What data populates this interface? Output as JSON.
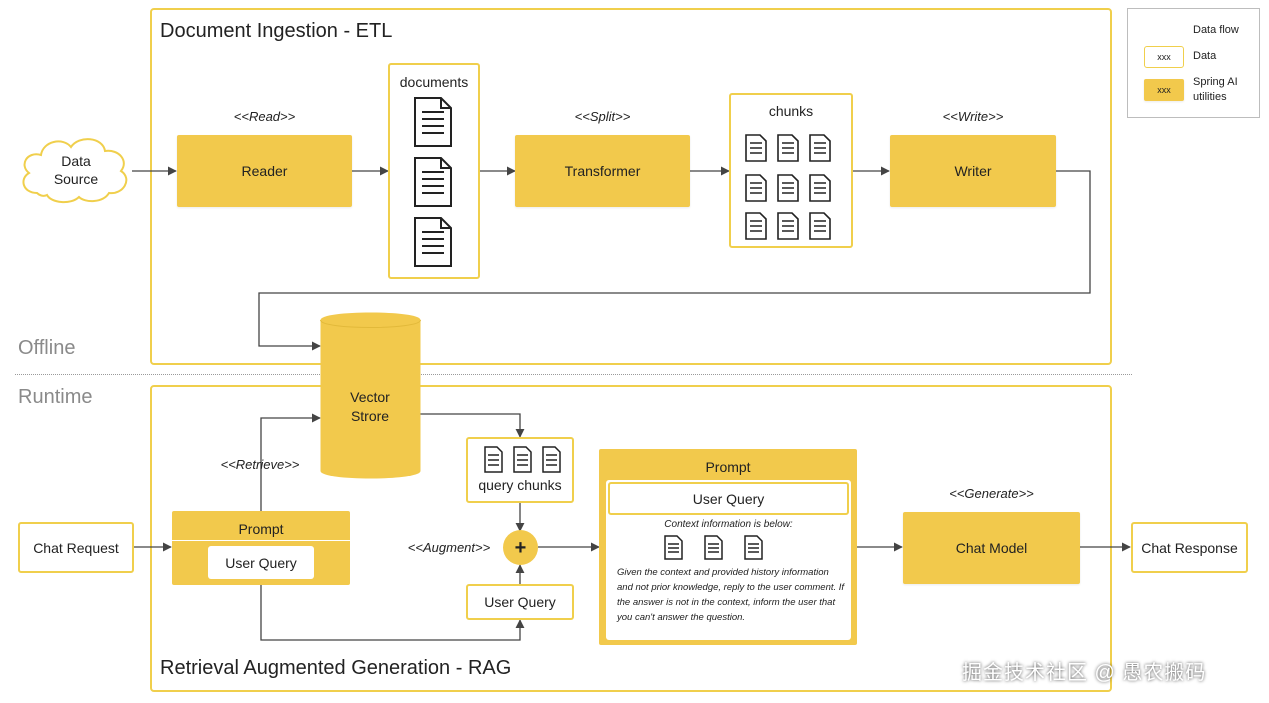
{
  "offline_label": "Offline",
  "runtime_label": "Runtime",
  "etl": {
    "title": "Document Ingestion - ETL",
    "data_source": "Data Source",
    "reader": {
      "stereotype": "<<Read>>",
      "label": "Reader"
    },
    "documents_label": "documents",
    "transformer": {
      "stereotype": "<<Split>>",
      "label": "Transformer"
    },
    "chunks_label": "chunks",
    "writer": {
      "stereotype": "<<Write>>",
      "label": "Writer"
    }
  },
  "vector_store": "Vector Strore",
  "rag": {
    "title": "Retrieval Augmented Generation - RAG",
    "chat_request": "Chat Request",
    "retrieve_stereotype": "<<Retrieve>>",
    "prompt_header": "Prompt",
    "user_query": "User Query",
    "query_chunks_label": "query chunks",
    "augment_stereotype": "<<Augment>>",
    "plus_symbol": "+",
    "user_query_input": "User Query",
    "final_prompt": {
      "header": "Prompt",
      "user_query": "User Query",
      "context_heading": "Context information is below:",
      "instructions": "Given the context and provided history information and not prior knowledge, reply to the user comment. If the answer is not in the context, inform the user that you can't answer the question."
    },
    "generate_stereotype": "<<Generate>>",
    "chat_model": "Chat Model",
    "chat_response": "Chat Response"
  },
  "legend": {
    "data_flow": "Data flow",
    "data_sample": "xxx",
    "data_label": "Data",
    "utility_sample": "xxx",
    "utility_label": "Spring AI utilities"
  },
  "watermark": "掘金技术社区 @ 愚农搬码",
  "colors": {
    "accent_yellow": "#f2c94c",
    "border_yellow": "#f0cf4c",
    "arrow": "#444444",
    "mode_label_gray": "#8a8a8a"
  }
}
